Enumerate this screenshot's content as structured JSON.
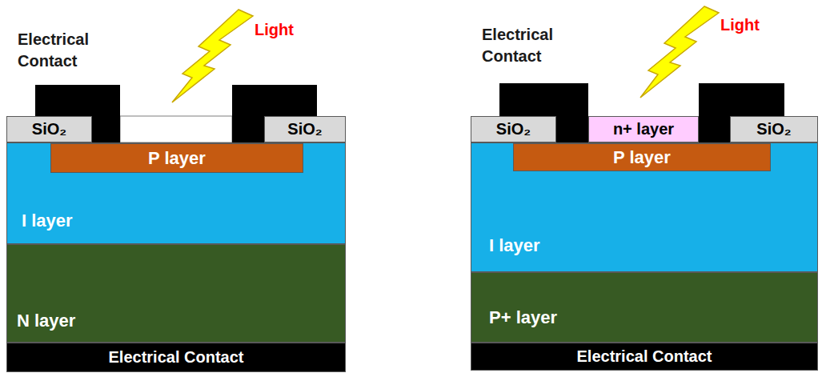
{
  "diagram": {
    "nodes": [
      {
        "text": [
          "SiO₂"
        ]
      },
      {
        "text": [
          "SiO₂"
        ]
      },
      {
        "text": [
          "I layer"
        ]
      },
      {
        "text": [
          "P layer"
        ],
        "in": 2
      },
      {
        "text": [
          "N layer"
        ]
      },
      {
        "text": [
          "Electrical Contact"
        ]
      },
      {
        "text": [
          "SiO₂"
        ]
      },
      {
        "text": [
          "n+ layer"
        ]
      },
      {
        "text": [
          "SiO₂"
        ]
      },
      {
        "text": [
          "I layer"
        ]
      },
      {
        "text": [
          "P layer"
        ],
        "in": 9
      },
      {
        "text": [
          "P+ layer"
        ]
      },
      {
        "text": [
          "Electrical Contact"
        ]
      }
    ],
    "labels": [
      "Electrical Contact",
      "Light",
      "Electrical Contact",
      "Light"
    ]
  }
}
